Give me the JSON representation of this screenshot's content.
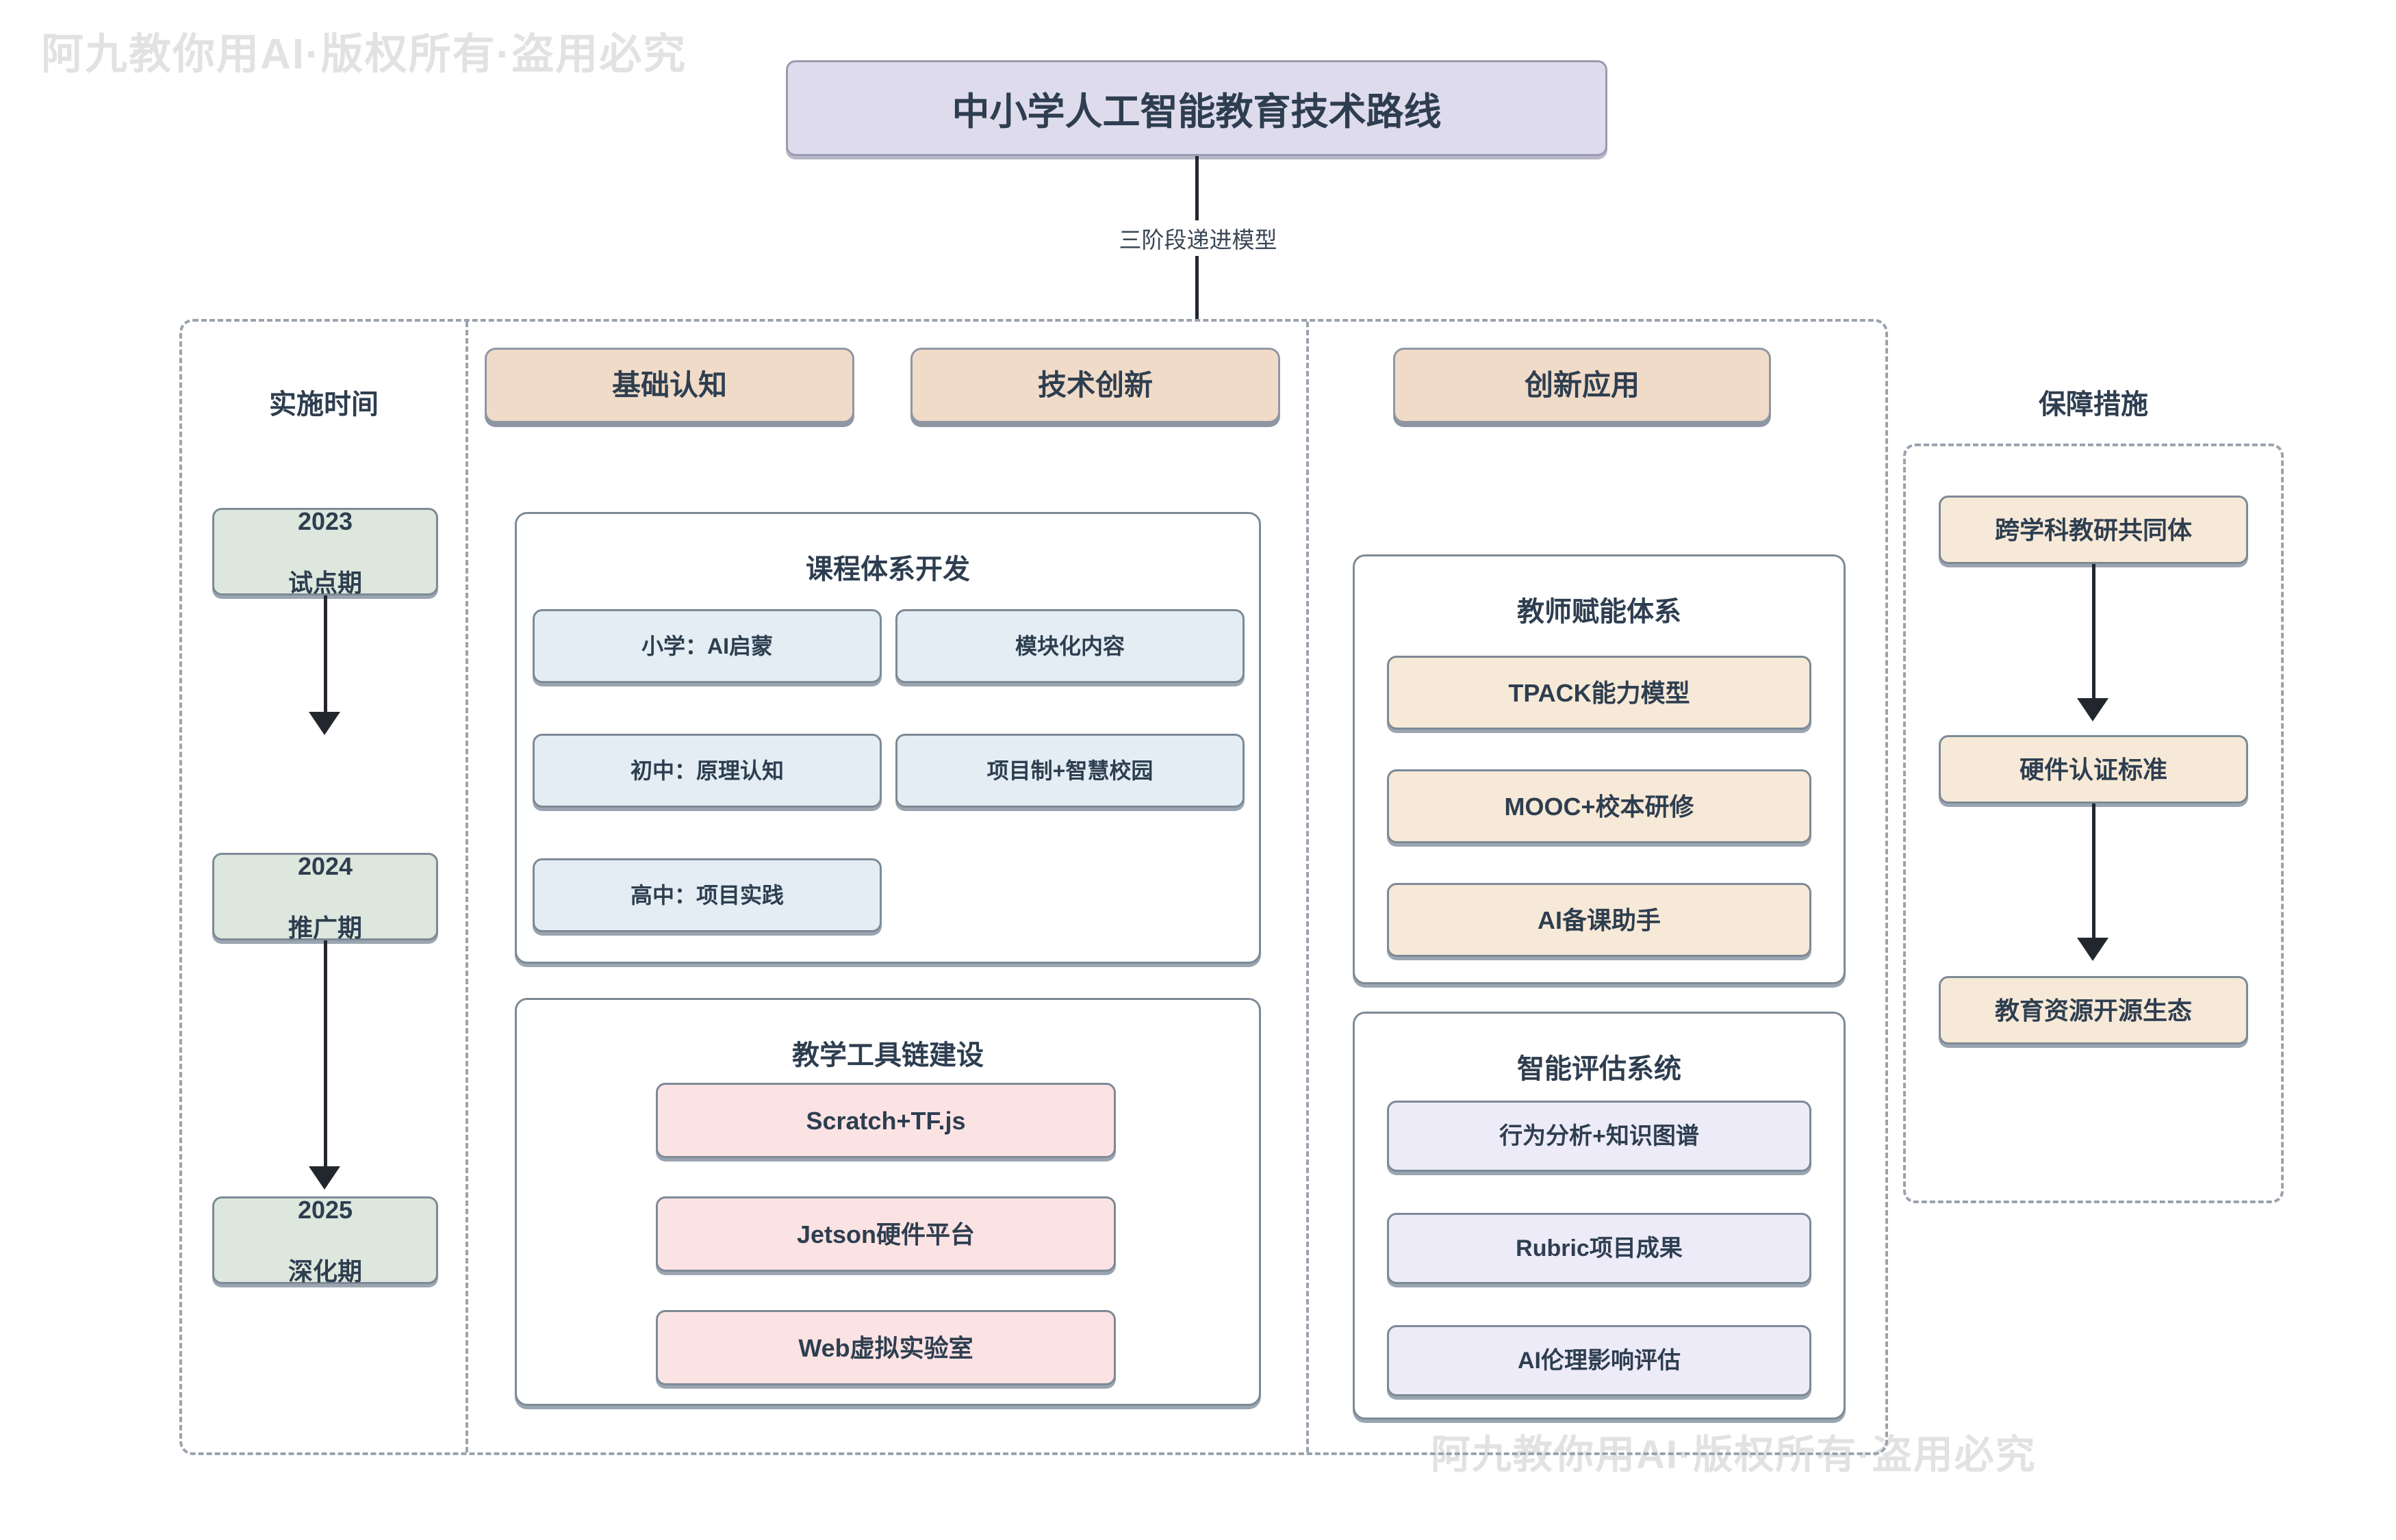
{
  "watermark": {
    "text": "阿九教你用AI·版权所有·盗用必究"
  },
  "root": {
    "title": "中小学人工智能教育技术路线",
    "edge_label": "三阶段递进模型"
  },
  "columns": {
    "timeline_heading": "实施时间",
    "guarantee_heading": "保障措施"
  },
  "phases": [
    {
      "label": "基础认知"
    },
    {
      "label": "技术创新"
    },
    {
      "label": "创新应用"
    }
  ],
  "timeline": [
    {
      "year": "2023",
      "stage": "试点期"
    },
    {
      "year": "2024",
      "stage": "推广期"
    },
    {
      "year": "2025",
      "stage": "深化期"
    }
  ],
  "groups": {
    "curriculum": {
      "title": "课程体系开发",
      "items": [
        "小学：AI启蒙",
        "模块化内容",
        "初中：原理认知",
        "项目制+智慧校园",
        "高中：项目实践"
      ]
    },
    "toolchain": {
      "title": "教学工具链建设",
      "items": [
        "Scratch+TF.js",
        "Jetson硬件平台",
        "Web虚拟实验室"
      ]
    },
    "teacher": {
      "title": "教师赋能体系",
      "items": [
        "TPACK能力模型",
        "MOOC+校本研修",
        "AI备课助手"
      ]
    },
    "assessment": {
      "title": "智能评估系统",
      "items": [
        "行为分析+知识图谱",
        "Rubric项目成果",
        "AI伦理影响评估"
      ]
    }
  },
  "guarantee": {
    "items": [
      "跨学科教研共同体",
      "硬件认证标准",
      "教育资源开源生态"
    ]
  },
  "colors": {
    "root_fill": "#dedcec",
    "phase_fill": "#f0dbc8",
    "timeline_fill": "#dee7dd",
    "curriculum_fill": "#e3edf3",
    "toolchain_fill": "#fbe3e4",
    "teacher_fill": "#f7e9d7",
    "assessment_fill": "#ecebf7",
    "guarantee_fill": "#f7e9d7",
    "border": "#7d8a96",
    "text": "#2e3e50",
    "connector": "#22272e",
    "dashed": "#9aa3ad"
  }
}
